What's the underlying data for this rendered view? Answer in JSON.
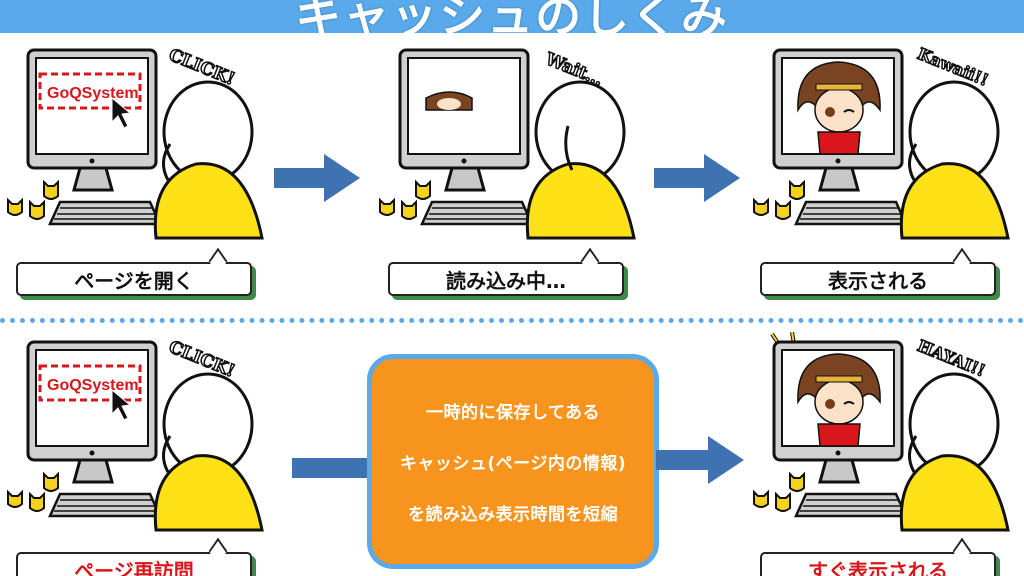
{
  "title": "キャッシュのしくみ",
  "logo_text": "GoQSystem",
  "top_row": {
    "steps": [
      {
        "caption": "ページを開く",
        "bubble": "CLICK!"
      },
      {
        "caption": "読み込み中…",
        "bubble": "Wait…"
      },
      {
        "caption": "表示される",
        "bubble": "Kawaii!!"
      }
    ]
  },
  "bottom_row": {
    "steps": [
      {
        "caption": "ページ再訪問",
        "bubble": "CLICK!"
      },
      {
        "caption": "すぐ表示される",
        "bubble": "HAYAI!!"
      }
    ],
    "info_lines": [
      "一時的に保存してある",
      "キャッシュ(ページ内の情報)",
      "を読み込み表示時間を短縮"
    ]
  },
  "colors": {
    "title_bar": "#5aa9ea",
    "arrow": "#3f72b0",
    "info_box": "#f7941d",
    "shirt": "#ffe118",
    "caption_red": "#d9161b"
  }
}
